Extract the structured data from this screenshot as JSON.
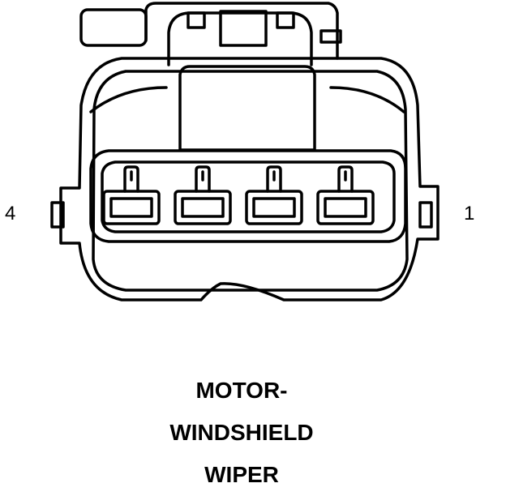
{
  "connector": {
    "pin_left_label": "4",
    "pin_right_label": "1",
    "cavity_count": 4
  },
  "caption": {
    "line1": "MOTOR-",
    "line2": "WINDSHIELD",
    "line3": "WIPER"
  }
}
